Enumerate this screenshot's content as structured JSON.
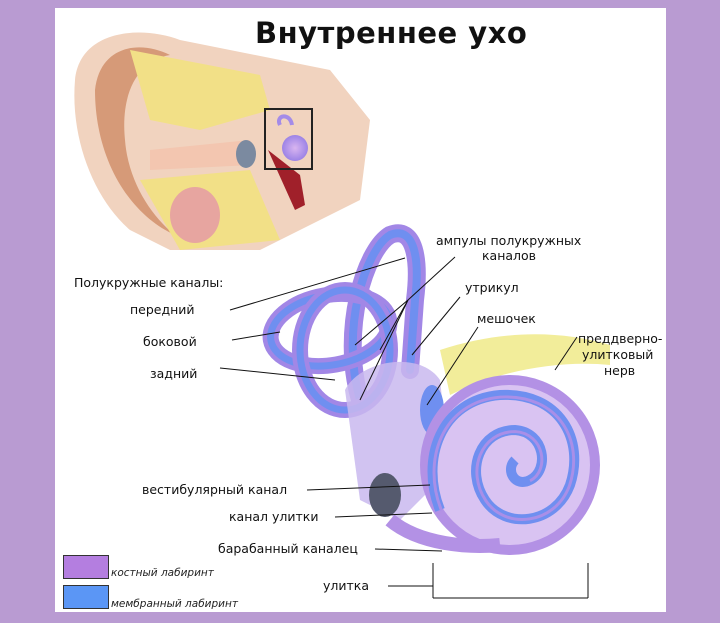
{
  "title": "Внутреннее ухо",
  "labels": {
    "canals_heading": "Полукружные каналы:",
    "anterior": "передний",
    "lateral": "боковой",
    "posterior": "задний",
    "ampullae": "ампулы полукружных",
    "ampullae2": "каналов",
    "utricle": "утрикул",
    "saccule": "мешочек",
    "nerve1": "преддверно-",
    "nerve2": "улитковый",
    "nerve3": "нерв",
    "vestibular_canal": "вестибулярный канал",
    "cochlear_duct": "канал улитки",
    "tympanic_canal": "барабанный каналец",
    "cochlea": "улитка"
  },
  "legend": [
    {
      "label": "костный лабиринт",
      "color": "#b47ee0"
    },
    {
      "label": "мембранный лабиринт",
      "color": "#5b96f5"
    }
  ]
}
